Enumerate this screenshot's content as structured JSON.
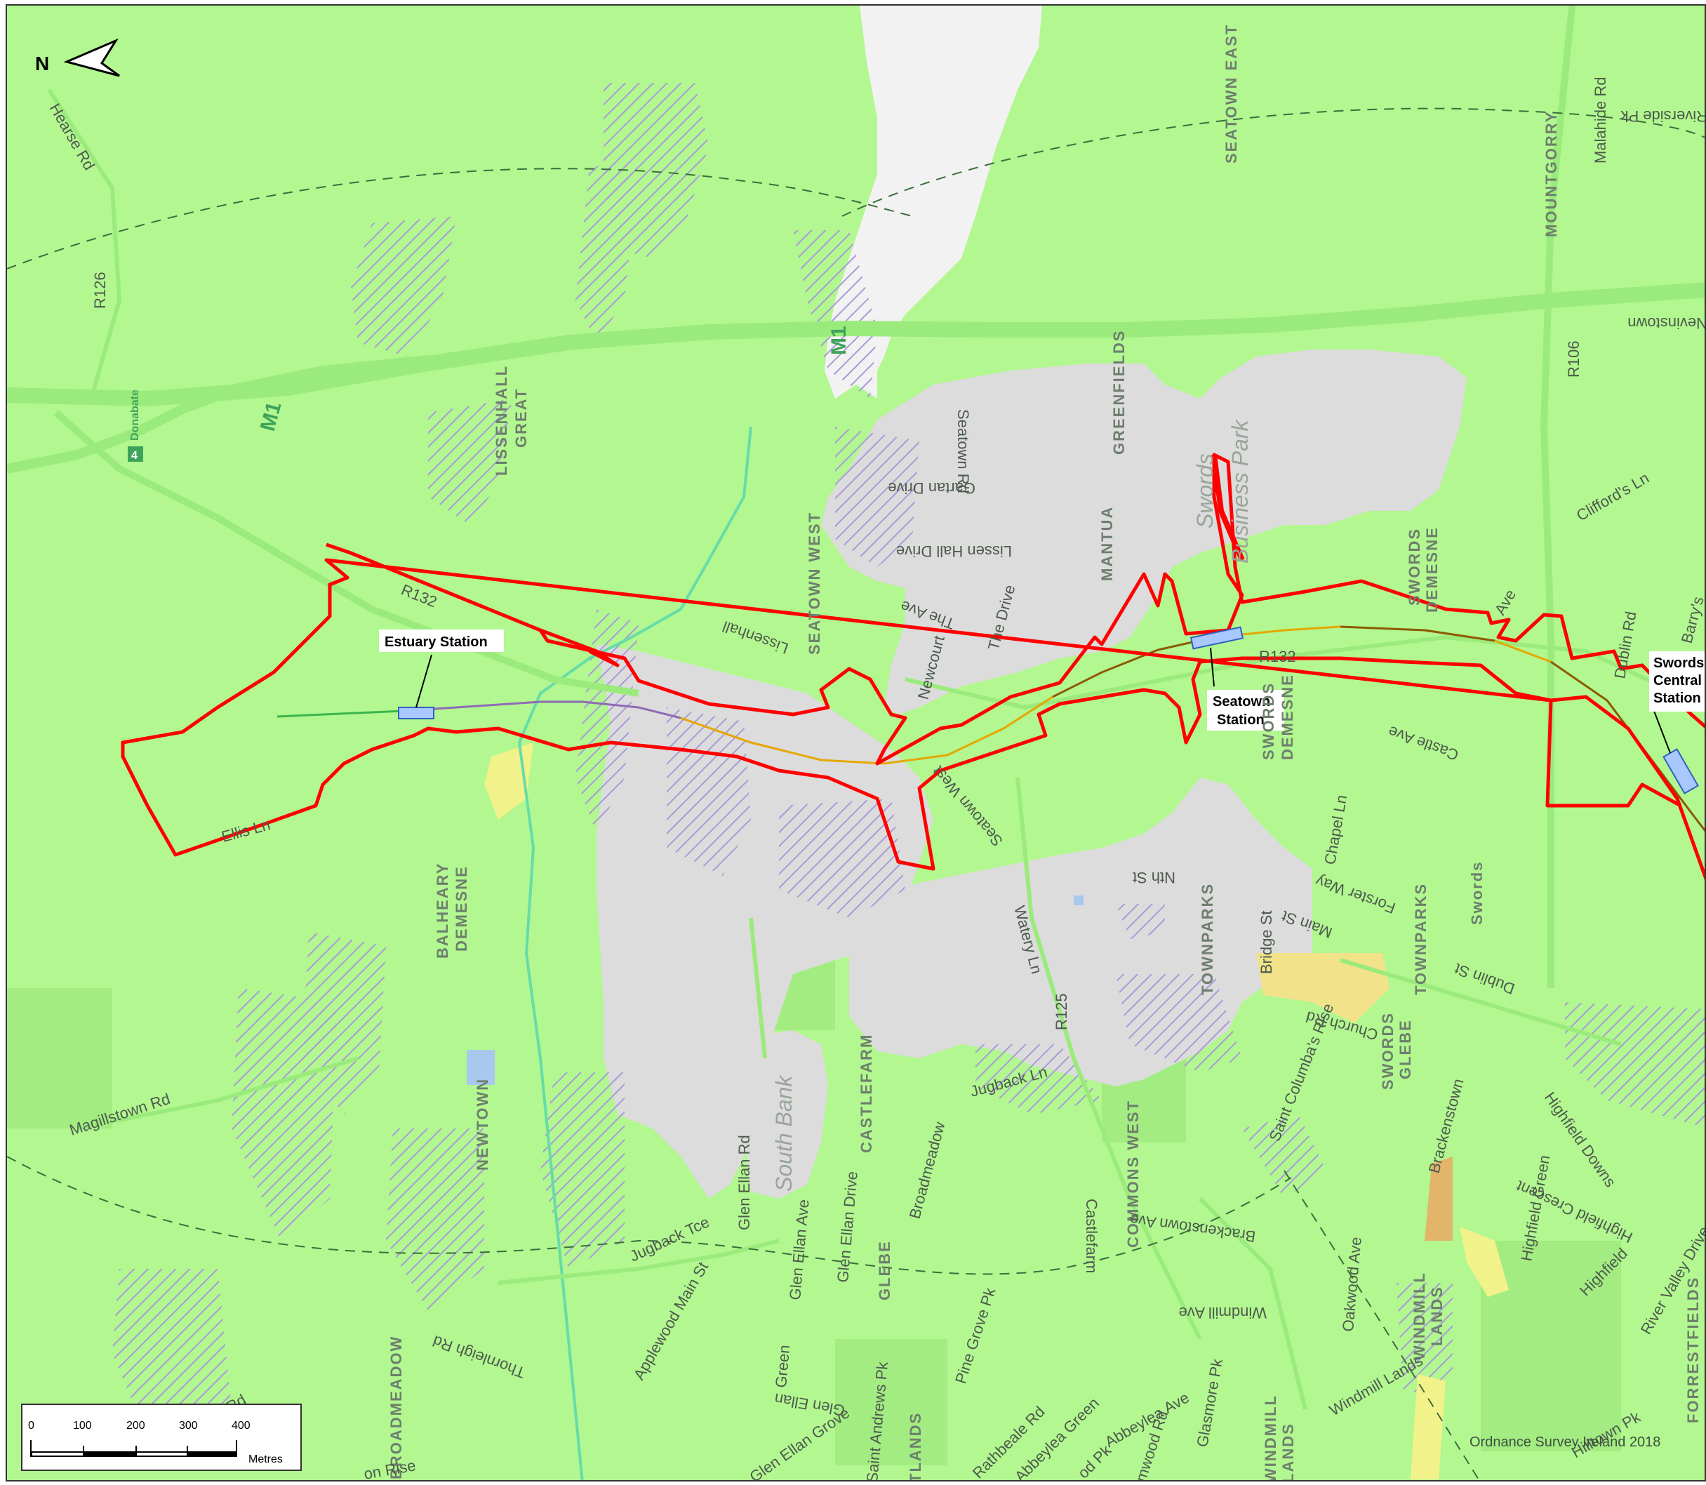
{
  "north_arrow": {
    "label": "N"
  },
  "stations": {
    "estuary": "Estuary Station",
    "seatown_1": "Seatown",
    "seatown_2": "Station",
    "swords_1": "Swords",
    "swords_2": "Central",
    "swords_3": "Station"
  },
  "townlands": {
    "seatown_east": "SEATOWN EAST",
    "mountgorry": "MOUNTGORRY",
    "greenfields": "GREENFIELDS",
    "lissenhall_1": "LISSENHALL",
    "lissenhall_2": "GREAT",
    "seatown_west": "SEATOWN WEST",
    "mantua": "MANTUA",
    "swords_demesne_1": "SWORDS",
    "swords_demesne_2": "DEMESNE",
    "swords_demesne_b1": "SWORDS",
    "swords_demesne_b2": "DEMESNE",
    "balheary_1": "BALHEARY",
    "balheary_2": "DEMESNE",
    "townparks_a": "TOWNPARKS",
    "townparks_b": "TOWNPARKS",
    "newtown": "NEWTOWN",
    "castlefarm": "CASTLEFARM",
    "commons_west": "COMMONS WEST",
    "swords_glebe_1": "SWORDS",
    "swords_glebe_2": "GLEBE",
    "glebe": "GLEBE",
    "broadmeadow": "BROADMEADOW",
    "windmill_1": "WINDMILL",
    "windmill_2": "LANDS",
    "windmill_b1": "WINDMILL",
    "windmill_b2": "LANDS",
    "forrestfields": "FORRESTFIELDS",
    "tlands": "TLANDS",
    "swords_town": "Swords"
  },
  "areas": {
    "swords_bp_1": "Swords",
    "swords_bp_2": "Business Park",
    "south_bank": "South Bank"
  },
  "motorway": {
    "m1_a": "M1",
    "m1_b": "M1",
    "junction": "4",
    "donabate": "Donabate"
  },
  "roads": {
    "hearse": "Hearse Rd",
    "r126": "R126",
    "r132_a": "R132",
    "r132_b": "R132",
    "r106": "R106",
    "r125": "R125",
    "malahide": "Malahide Rd",
    "riverside": "Riverside Pk",
    "nevinstown": "Nevinstown",
    "cliffords": "Clifford's Ln",
    "seatown_rd": "Seatown Rd",
    "gartan": "Gartan Drive",
    "lissen_hall": "Lissen Hall Drive",
    "lissenhall": "Lissenhall",
    "the_ave": "The Ave",
    "the_drive": "The Drive",
    "newcourt": "Newcourt",
    "seatown_west_rd": "Seatown West",
    "ave": "Ave",
    "dublin_rd": "Dublin Rd",
    "barrys": "Barry's",
    "castle_ave": "Castle Ave",
    "chapel": "Chapel Ln",
    "forster": "Forster Way",
    "north_st": "Nth St",
    "main_st": "Main St",
    "bridge_st": "Bridge St",
    "watery": "Watery Ln",
    "dublin_st": "Dublin St",
    "church_rd": "Church Rd",
    "ellis": "Ellis Ln",
    "magillstown": "Magillstown Rd",
    "jugback_ln": "Jugback Ln",
    "jugback_tce": "Jugback Tce",
    "st_columbas": "Saint Columba's Rise",
    "brackenstown": "Brackenstown",
    "brackenstown_ave": "Brackenstown Ave",
    "highfield_downs": "Highfield Downs",
    "highfield_crescent": "Highfield Crescent",
    "highfield_green": "Highfield Green",
    "river_valley": "River Valley Drive",
    "highfield": "Highfield",
    "hilltown": "Hilltown Pk",
    "broadmeadow_rd": "Broadmeadow",
    "castlefarm_rd": "Castlefarm",
    "glen_ellan_rd": "Glen Ellan Rd",
    "glen_ellan_ave": "Glen Ellan Ave",
    "glen_ellan_drive": "Glen Ellan Drive",
    "glen_ellan_green": "Green",
    "glen_ellan": "Glen Ellan",
    "glen_ellan_grove": "Glen Ellan Grove",
    "applewood": "Applewood Main St",
    "thornleigh": "Thornleigh Rd",
    "pine_grove": "Pine Grove Pk",
    "st_andrews": "Saint Andrews Pk",
    "rathbeale": "Rathbeale Rd",
    "abbeylea_green": "Abbeylea Green",
    "abbeylea_ave": "Abbeylea Ave",
    "glasmore": "Glasmore Pk",
    "windmill_ave": "Windmill Ave",
    "oakwood": "Oakwood Ave",
    "windmill_lands_rd": "Windmill Lands",
    "rd_left": "Rd",
    "on_rise": "on Rise",
    "od_pk": "od Pk",
    "mwood": "mwood Rd"
  },
  "scale_bar": {
    "t0": "0",
    "t1": "100",
    "t2": "200",
    "t3": "300",
    "t4": "400",
    "unit": "Metres"
  },
  "copyright": "Ordnance Survey Ireland 2018",
  "colors": {
    "land": "#b2f790",
    "urban": "#dcdcdc",
    "boundary": "#ff0000",
    "station_fill": "#a8c8ff",
    "track_green": "#39b54a",
    "track_orange": "#e6a700",
    "track_brown": "#8c5a00",
    "track_purple": "#8e6bb5"
  }
}
